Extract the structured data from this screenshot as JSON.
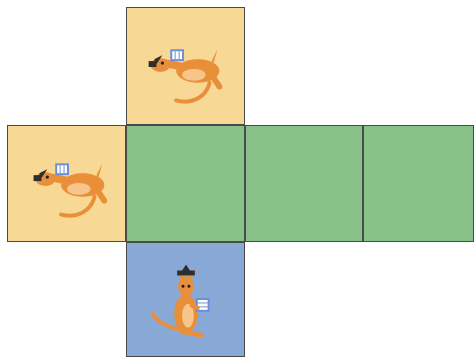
{
  "net": {
    "colors": {
      "sand": "#f8d895",
      "green": "#88c288",
      "blue": "#88a9d6",
      "kangaroo": "#e98f3a",
      "kangaroo_belly": "#f7c48a",
      "hat": "#2e2e2e",
      "book": "#6b8fd6",
      "book_pages": "#ffffff"
    },
    "faces": [
      {
        "id": "top",
        "fill": "sand",
        "icon": "kangaroo-lying-icon"
      },
      {
        "id": "left",
        "fill": "sand",
        "icon": "kangaroo-lying-icon"
      },
      {
        "id": "center",
        "fill": "green",
        "icon": ""
      },
      {
        "id": "right-1",
        "fill": "green",
        "icon": ""
      },
      {
        "id": "right-2",
        "fill": "green",
        "icon": ""
      },
      {
        "id": "bottom",
        "fill": "blue",
        "icon": "kangaroo-standing-icon"
      }
    ]
  }
}
